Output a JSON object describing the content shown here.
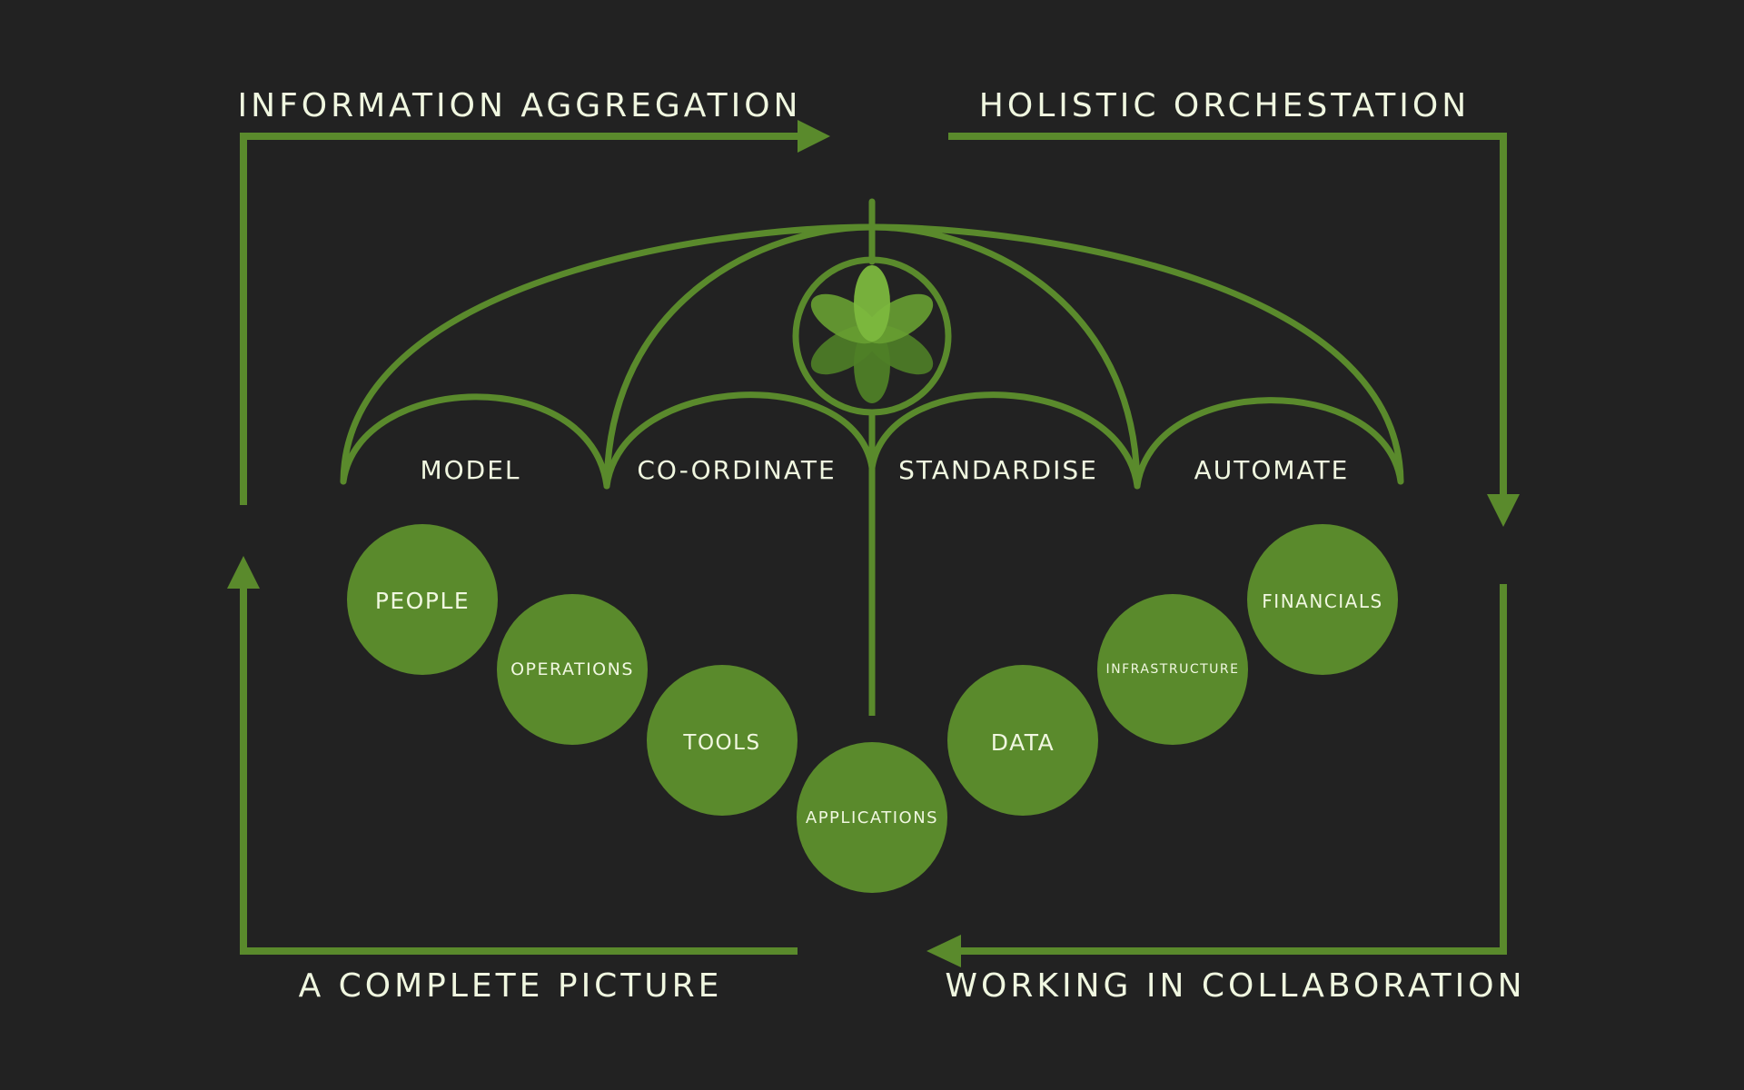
{
  "colors": {
    "background": "#222222",
    "accent": "#5a8a2c",
    "text": "#f0f7e0",
    "petal_light": "#7cb83e",
    "petal_mid": "#68a032",
    "petal_dark": "#4f7f27"
  },
  "cycle": {
    "top_left": "INFORMATION AGGREGATION",
    "top_right": "HOLISTIC ORCHESTATION",
    "bottom_left": "A COMPLETE PICTURE",
    "bottom_right": "WORKING IN COLLABORATION"
  },
  "umbrella": {
    "logo": "flower-logo-icon",
    "sections": [
      "MODEL",
      "CO-ORDINATE",
      "STANDARDISE",
      "AUTOMATE"
    ]
  },
  "circles": [
    "PEOPLE",
    "OPERATIONS",
    "TOOLS",
    "APPLICATIONS",
    "DATA",
    "INFRASTRUCTURE",
    "FINANCIALS"
  ]
}
